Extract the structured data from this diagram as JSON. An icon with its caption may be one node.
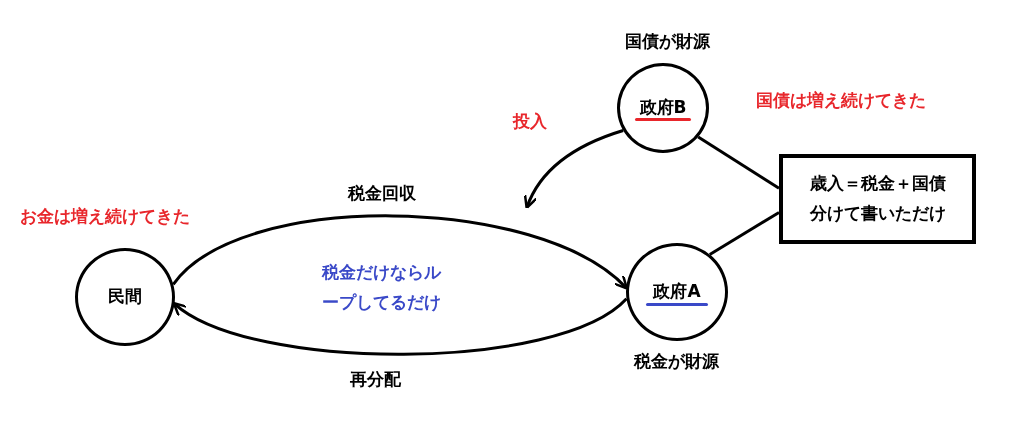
{
  "diagram": {
    "nodes": [
      {
        "text": [
          "民間"
        ],
        "beside": [
          "お金は増え続けてきた"
        ]
      },
      {
        "text": [
          "政府B"
        ],
        "beside": [
          "国債が財源",
          "国債は増え続けてきた"
        ]
      },
      {
        "text": [
          "政府A"
        ],
        "beside": [
          "税金が財源"
        ]
      },
      {
        "text": [
          "歳入＝税金＋国債分けて書いただけ"
        ]
      }
    ],
    "edges": [
      {
        "from": 0,
        "to": 2,
        "arrow": "to",
        "label": "税金回収"
      },
      {
        "from": 2,
        "to": 0,
        "arrow": "to",
        "label": "再分配"
      },
      {
        "from": 1,
        "to": null,
        "arrow": "to",
        "label": "投入"
      },
      {
        "from": 1,
        "to": 3,
        "arrow": "none"
      },
      {
        "from": 2,
        "to": 3,
        "arrow": "none"
      }
    ],
    "labels": [
      "税金だけならループしてるだけ"
    ]
  }
}
